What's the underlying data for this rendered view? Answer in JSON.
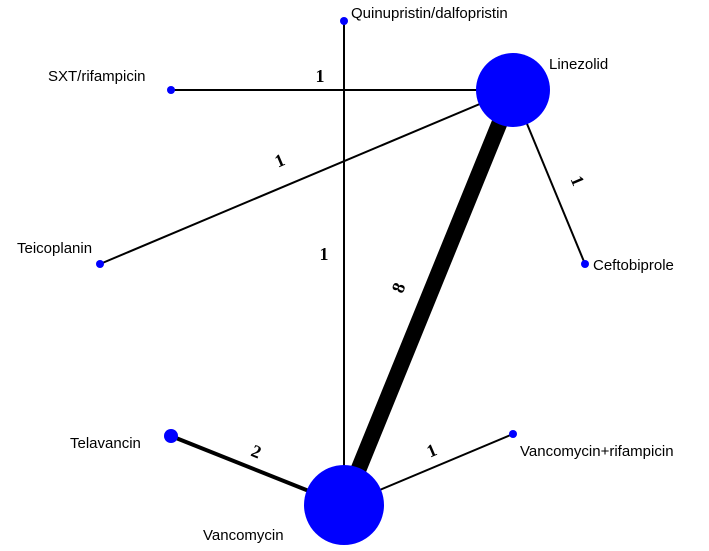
{
  "network": {
    "nodes": [
      {
        "id": "quinupristin",
        "label": "Quinupristin/dalfopristin"
      },
      {
        "id": "sxt",
        "label": "SXT/rifampicin"
      },
      {
        "id": "linezolid",
        "label": "Linezolid"
      },
      {
        "id": "teicoplanin",
        "label": "Teicoplanin"
      },
      {
        "id": "ceftobiprole",
        "label": "Ceftobiprole"
      },
      {
        "id": "telavancin",
        "label": "Telavancin"
      },
      {
        "id": "vancomycin_rif",
        "label": "Vancomycin+rifampicin"
      },
      {
        "id": "vancomycin",
        "label": "Vancomycin"
      }
    ],
    "edges": [
      {
        "id": "sxt-linezolid",
        "label": "1"
      },
      {
        "id": "teicoplanin-linezolid",
        "label": "1"
      },
      {
        "id": "linezolid-ceftobiprole",
        "label": "1"
      },
      {
        "id": "quinupristin-vancomycin",
        "label": "1"
      },
      {
        "id": "linezolid-vancomycin",
        "label": "8"
      },
      {
        "id": "telavancin-vancomycin",
        "label": "2"
      },
      {
        "id": "vancomycin-vancomycin_rif",
        "label": "1"
      }
    ],
    "colors": {
      "node": "#0000ff",
      "edge": "#000000"
    }
  }
}
